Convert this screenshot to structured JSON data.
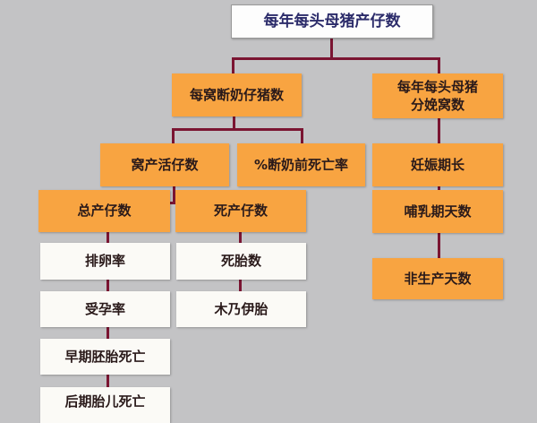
{
  "root": "每年每头母猪产仔数",
  "weaned_per_litter": "每窝断奶仔猪数",
  "litters_per_sow": "每年每头母猪分娩窝数",
  "born_alive": "窝产活仔数",
  "preweaning_mortality": "%断奶前死亡率",
  "gestation_length": "妊娠期长",
  "total_born": "总产仔数",
  "stillborn": "死产仔数",
  "lactation_days": "哺乳期天数",
  "nonproductive_days": "非生产天数",
  "total_born_factors": [
    "排卵率",
    "受孕率",
    "早期胚胎死亡",
    "后期胎儿死亡"
  ],
  "stillborn_factors": [
    "死胎数",
    "木乃伊胎"
  ],
  "colors": {
    "orange": "#f8a441",
    "line": "#7b1532",
    "background": "#c3c3c5"
  }
}
